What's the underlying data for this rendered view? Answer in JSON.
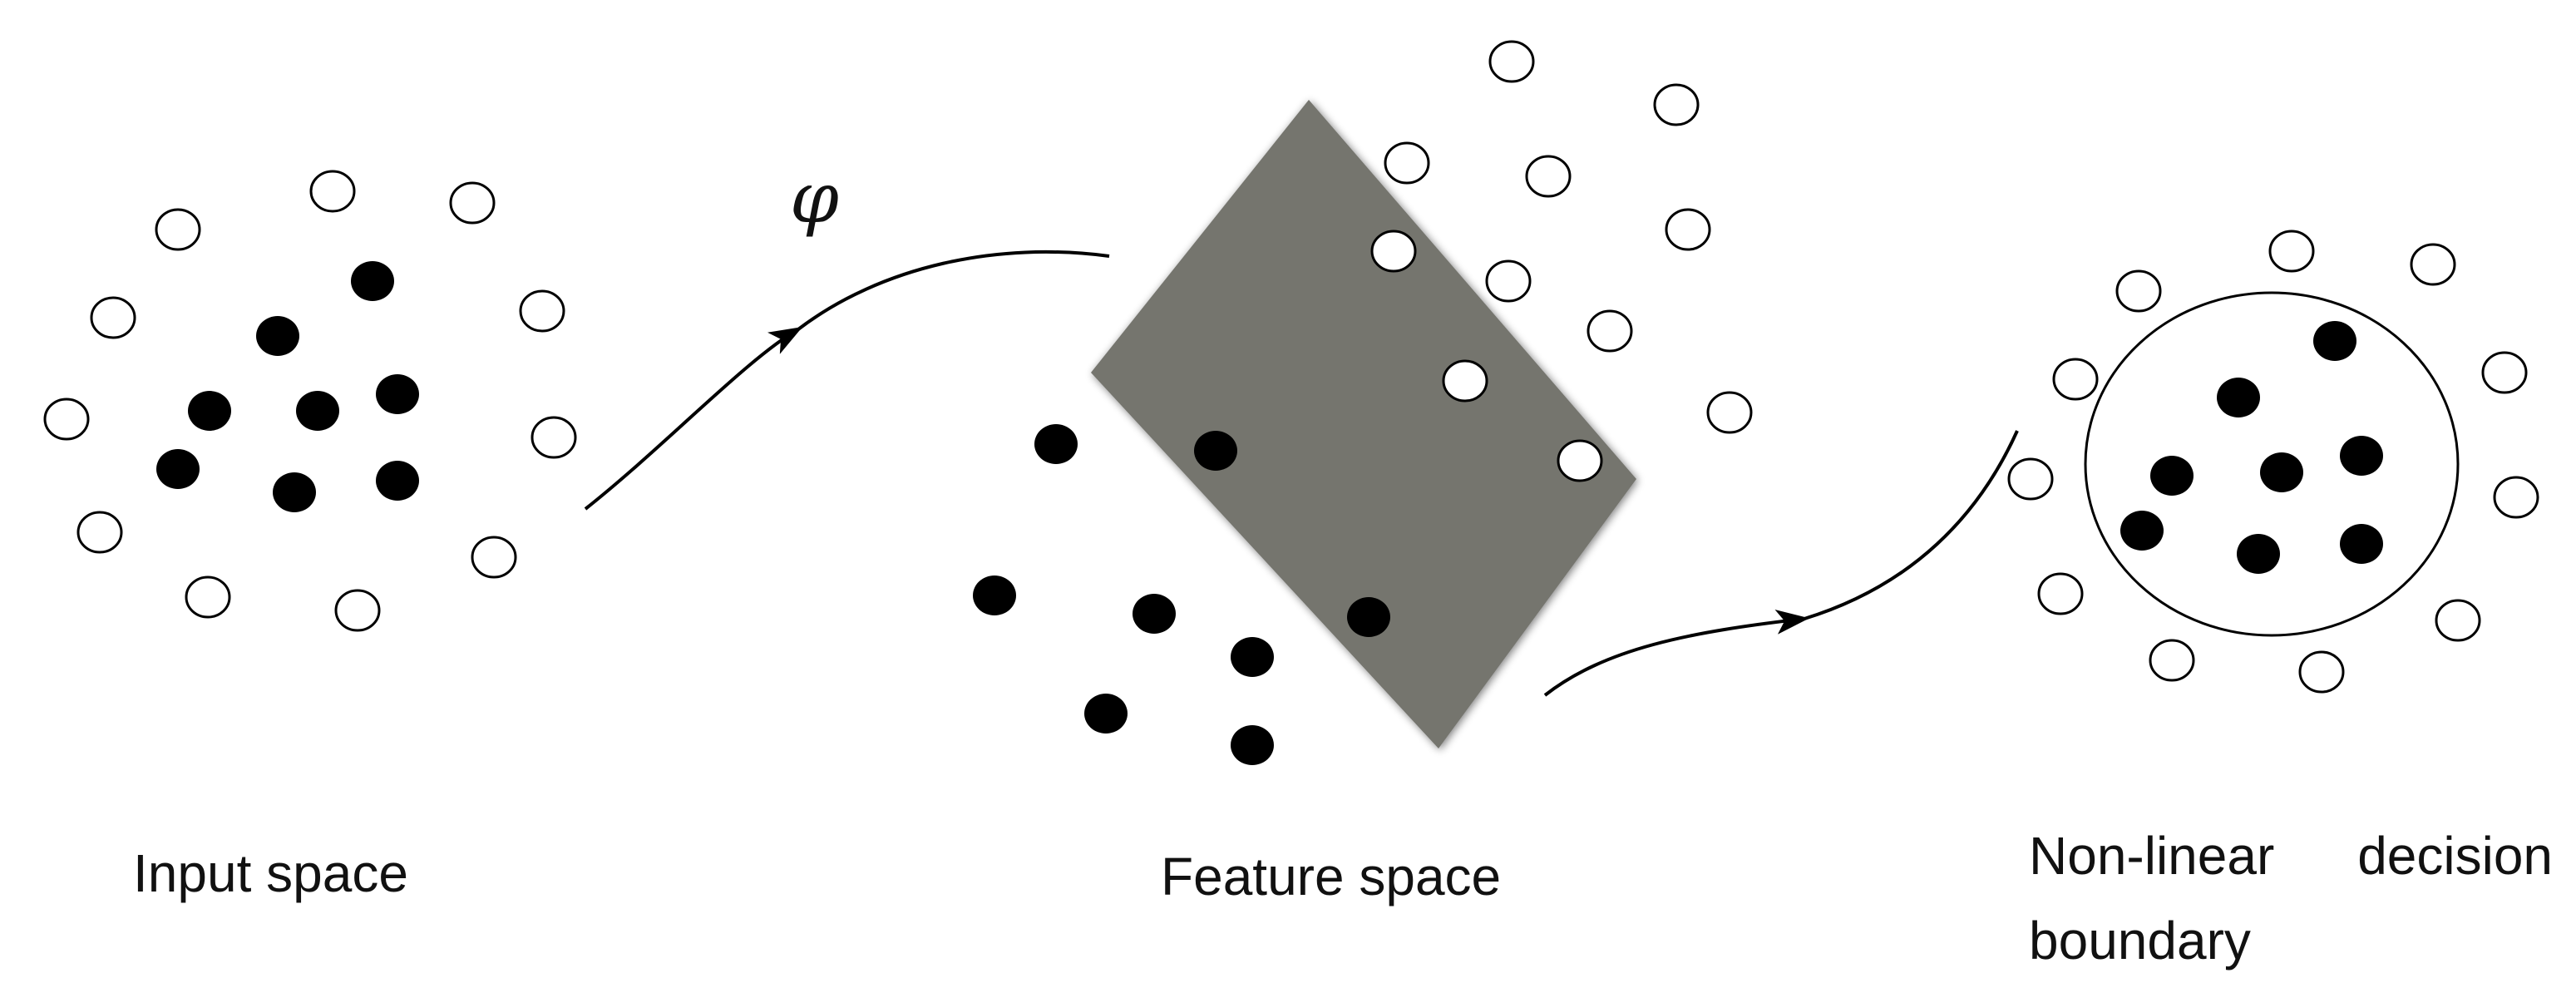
{
  "labels": {
    "input_space": "Input space",
    "feature_space": "Feature space",
    "nonlinear_boundary": "Non-linear decision boundary",
    "mapping_symbol": "φ"
  },
  "colors": {
    "class_filled": "#000000",
    "class_hollow": "#ffffff",
    "outline": "#000000",
    "hyperplane_region": "#74746e",
    "background": "#ffffff"
  }
}
